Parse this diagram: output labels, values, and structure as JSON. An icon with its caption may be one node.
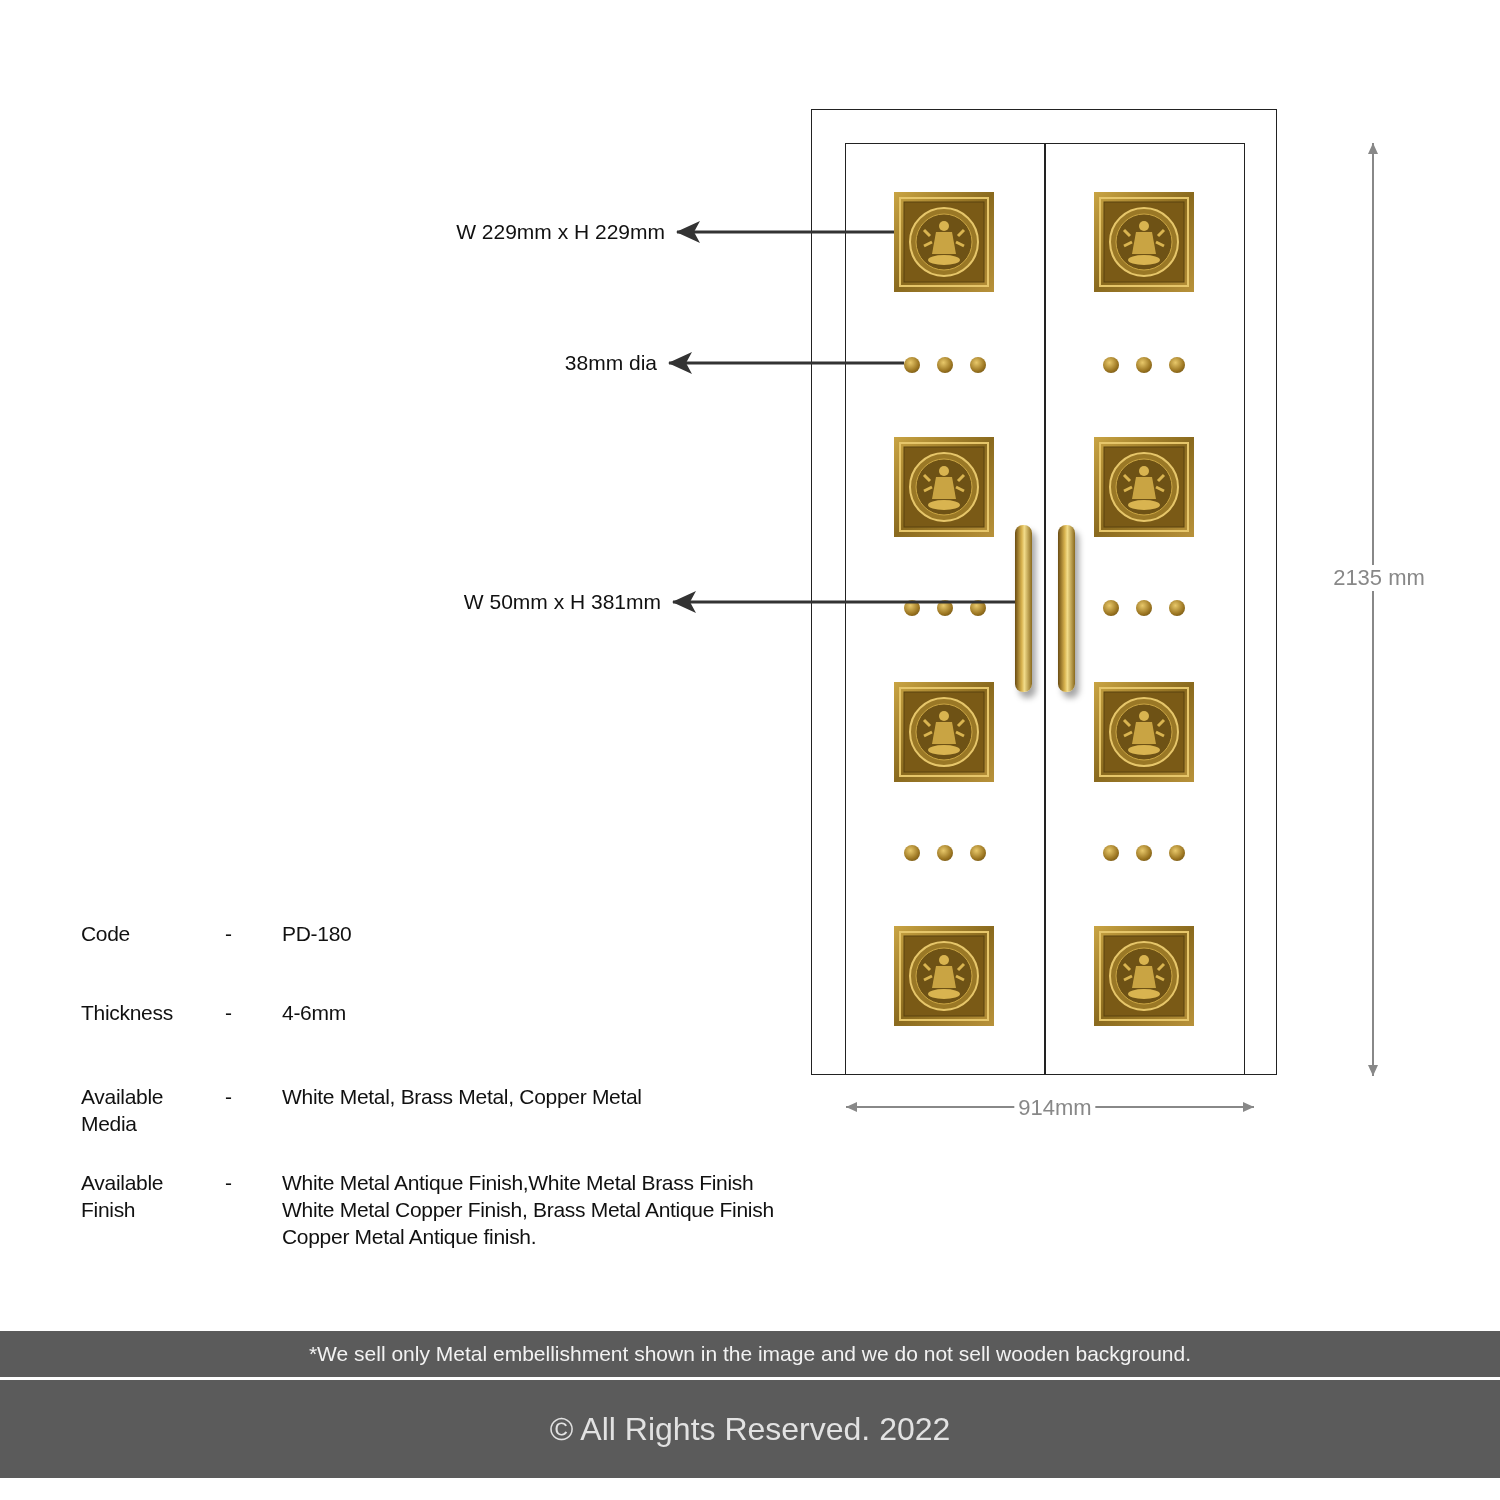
{
  "diagram": {
    "nodes": [
      {
        "text": [
          "W 229mm x H 229mm"
        ]
      },
      {
        "text": [
          "38mm dia"
        ]
      },
      {
        "text": [
          "W 50mm x H 381mm"
        ]
      },
      {
        "text": [],
        "shape": "picture"
      },
      {
        "text": [],
        "shape": "picture"
      },
      {
        "text": [],
        "shape": "circle"
      },
      {
        "text": [],
        "shape": "circle"
      },
      {
        "text": [],
        "shape": "circle"
      },
      {
        "text": [],
        "shape": "circle"
      },
      {
        "text": [],
        "shape": "circle"
      },
      {
        "text": [],
        "shape": "circle"
      },
      {
        "text": [],
        "shape": "picture"
      },
      {
        "text": [],
        "shape": "picture"
      },
      {
        "text": [],
        "shape": "bar"
      },
      {
        "text": [],
        "shape": "bar"
      },
      {
        "text": [],
        "shape": "circle"
      },
      {
        "text": [],
        "shape": "circle"
      },
      {
        "text": [],
        "shape": "circle"
      },
      {
        "text": [],
        "shape": "circle"
      },
      {
        "text": [],
        "shape": "circle"
      },
      {
        "text": [],
        "shape": "circle"
      },
      {
        "text": [],
        "shape": "picture"
      },
      {
        "text": [],
        "shape": "picture"
      },
      {
        "text": [],
        "shape": "circle"
      },
      {
        "text": [],
        "shape": "circle"
      },
      {
        "text": [],
        "shape": "circle"
      },
      {
        "text": [],
        "shape": "circle"
      },
      {
        "text": [],
        "shape": "circle"
      },
      {
        "text": [],
        "shape": "circle"
      },
      {
        "text": [],
        "shape": "picture"
      },
      {
        "text": [],
        "shape": "picture"
      }
    ],
    "edges": [
      {
        "from": 3,
        "to": 0,
        "arrow": "to"
      },
      {
        "from": 5,
        "to": 1,
        "arrow": "to"
      },
      {
        "from": 13,
        "to": 2,
        "arrow": "to"
      }
    ],
    "labels": [
      "2135 mm",
      "914mm",
      "Code",
      "-",
      "PD-180",
      "Thickness",
      "-",
      "4-6mm",
      "Available Media",
      "-",
      "White Metal, Brass Metal, Copper Metal",
      "Available Finish",
      "-",
      "White Metal Antique Finish,White Metal Brass Finish White Metal Copper Finish, Brass Metal Antique Finish Copper Metal Antique finish.",
      "*We sell only Metal embellishment shown in the image and we do not sell wooden background.",
      "© All Rights Reserved. 2022"
    ]
  }
}
